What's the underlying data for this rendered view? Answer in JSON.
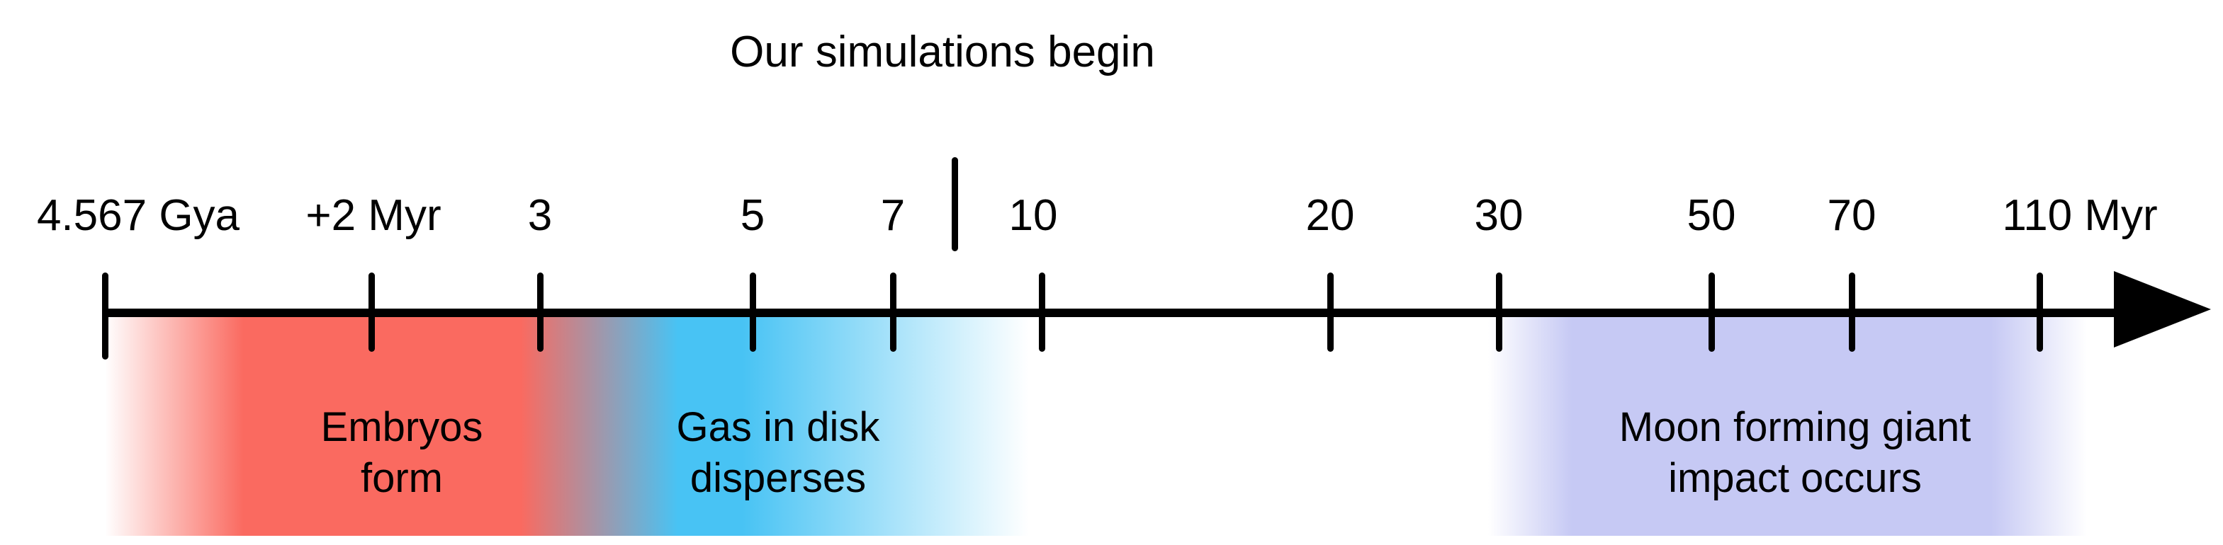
{
  "annotation": {
    "title": "Our simulations begin"
  },
  "timeline": {
    "tick_labels": [
      "4.567 Gya",
      "+2 Myr",
      "3",
      "5",
      "7",
      "10",
      "20",
      "30",
      "50",
      "70",
      "110 Myr"
    ],
    "unit": "Myr",
    "scale": "logarithmic"
  },
  "bands": [
    {
      "name": "embryos-form",
      "label": "Embryos\nform",
      "color": "#fa6a60",
      "approx_range_myr": "0 - 3"
    },
    {
      "name": "gas-disk-disperses",
      "label": "Gas in disk\ndisperses",
      "color": "#48c3f4",
      "approx_range_myr": "3 - 10"
    },
    {
      "name": "moon-forming-impact",
      "label": "Moon forming giant\nimpact occurs",
      "color": "#c6c9f4",
      "approx_range_myr": "30 - 110"
    }
  ],
  "colors": {
    "axis-black": "#000000",
    "band-red": "#fa6a60",
    "band-blue": "#48c3f4",
    "band-lavender": "#c6c9f4"
  }
}
